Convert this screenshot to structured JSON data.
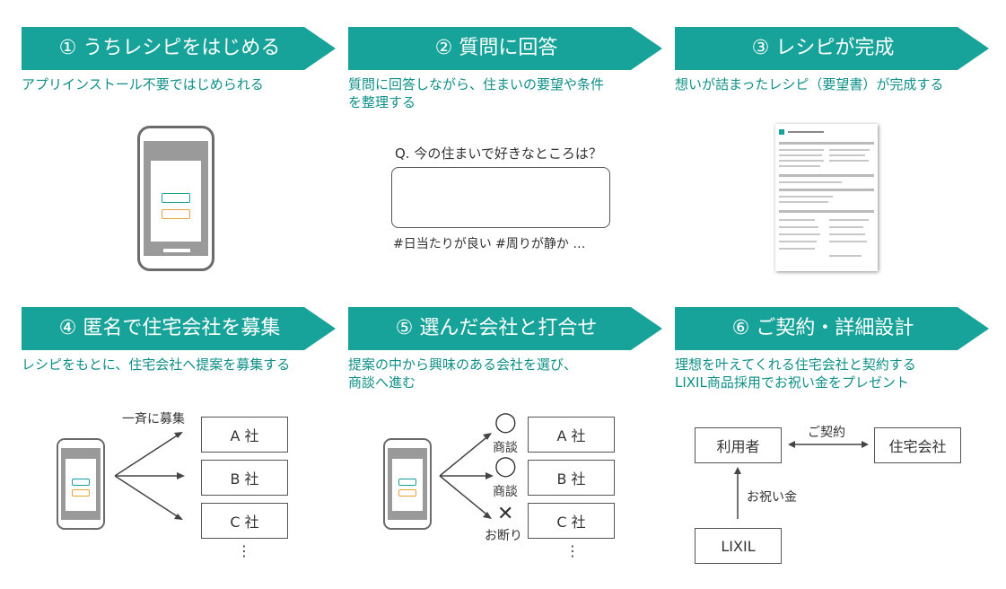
{
  "colors": {
    "accent": "#17a39a",
    "text_accent": "#0e8f88"
  },
  "steps": [
    {
      "title": "① うちレシピをはじめる",
      "desc": "アプリインストール不要ではじめられる"
    },
    {
      "title": "② 質問に回答",
      "desc": "質問に回答しながら、住まいの要望や条件\nを整理する"
    },
    {
      "title": "③ レシピが完成",
      "desc": "想いが詰まったレシピ（要望書）が完成する"
    },
    {
      "title": "④ 匿名で住宅会社を募集",
      "desc": "レシピをもとに、住宅会社へ提案を募集する"
    },
    {
      "title": "⑤ 選んだ会社と打合せ",
      "desc": "提案の中から興味のある会社を選び、\n商談へ進む"
    },
    {
      "title": "⑥ ご契約・詳細設計",
      "desc": "理想を叶えてくれる住宅会社と契約する\nLIXIL商品採用でお祝い金をプレゼント"
    }
  ],
  "step2": {
    "question": "Q. 今の住まいで好きなところは？",
    "tags": "#日当たりが良い  #周りが静か …"
  },
  "step4": {
    "broadcast": "一斉に募集",
    "companies": [
      "A 社",
      "B 社",
      "C 社"
    ],
    "more": "⋮"
  },
  "step5": {
    "companies": [
      "A 社",
      "B 社",
      "C 社"
    ],
    "marks": [
      "◯",
      "◯",
      "✕"
    ],
    "statuses": [
      "商談",
      "商談",
      "お断り"
    ],
    "more": "⋮"
  },
  "step6": {
    "user": "利用者",
    "company": "住宅会社",
    "contract": "ご契約",
    "lixil": "LIXIL",
    "gift": "お祝い金"
  }
}
